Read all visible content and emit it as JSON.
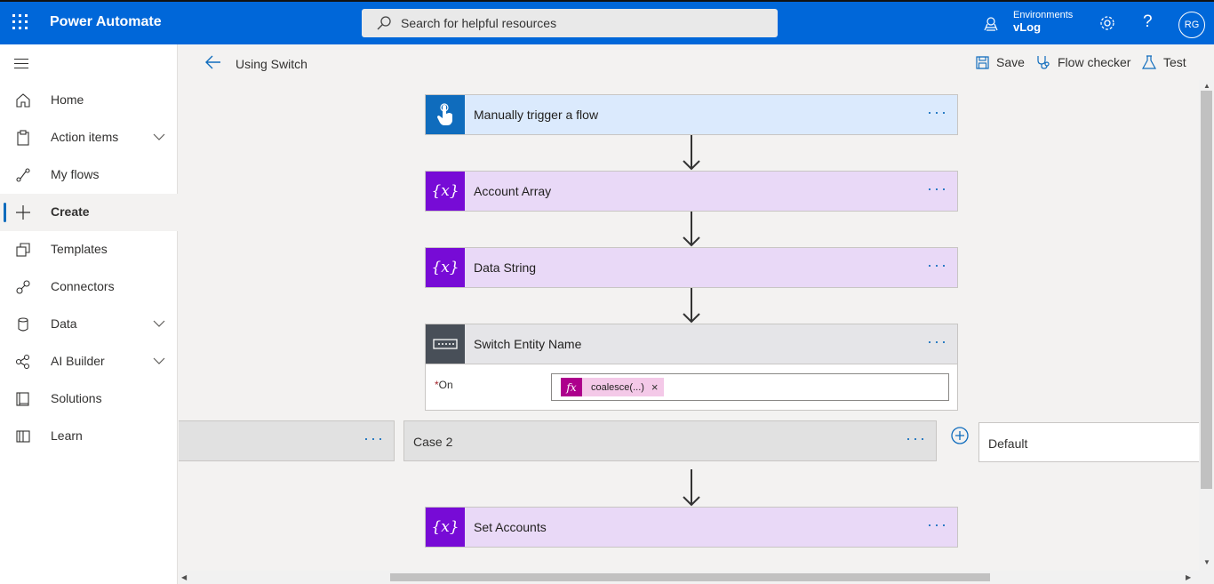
{
  "app": {
    "name": "Power Automate"
  },
  "search": {
    "placeholder": "Search for helpful resources"
  },
  "environment": {
    "label": "Environments",
    "value": "vLog"
  },
  "user": {
    "initials": "RG"
  },
  "sidebar": {
    "items": [
      {
        "label": "Home",
        "icon": "home-icon"
      },
      {
        "label": "Action items",
        "icon": "clipboard-icon",
        "expandable": true
      },
      {
        "label": "My flows",
        "icon": "flow-icon"
      },
      {
        "label": "Create",
        "icon": "plus-icon",
        "active": true
      },
      {
        "label": "Templates",
        "icon": "templates-icon"
      },
      {
        "label": "Connectors",
        "icon": "connector-icon"
      },
      {
        "label": "Data",
        "icon": "database-icon",
        "expandable": true
      },
      {
        "label": "AI Builder",
        "icon": "ai-icon",
        "expandable": true
      },
      {
        "label": "Solutions",
        "icon": "solutions-icon"
      },
      {
        "label": "Learn",
        "icon": "book-icon"
      }
    ]
  },
  "command_bar": {
    "flow_name": "Using Switch",
    "save_label": "Save",
    "flow_checker_label": "Flow checker",
    "test_label": "Test"
  },
  "flow": {
    "trigger": {
      "title": "Manually trigger a flow",
      "color": "#0f6cbd"
    },
    "account_array": {
      "title": "Account Array",
      "icon": "{x}"
    },
    "data_string": {
      "title": "Data String",
      "icon": "{x}"
    },
    "switch": {
      "title": "Switch Entity Name",
      "on_required_mark": "*",
      "on_label": "On",
      "token_label": "coalesce(...)",
      "token_icon": "fx",
      "token_remove": "×"
    },
    "cases": [
      {
        "title": ""
      },
      {
        "title": "Case 2"
      }
    ],
    "default_case": {
      "title": "Default"
    },
    "set_accounts": {
      "title": "Set Accounts",
      "icon": "{x}"
    },
    "menu_dots": "···"
  },
  "colors": {
    "header": "#0067d9",
    "variable_action": "#770bd6",
    "variable_card": "#e9d9f7",
    "trigger_card": "#dbeafd",
    "switch_icon": "#484f58"
  }
}
